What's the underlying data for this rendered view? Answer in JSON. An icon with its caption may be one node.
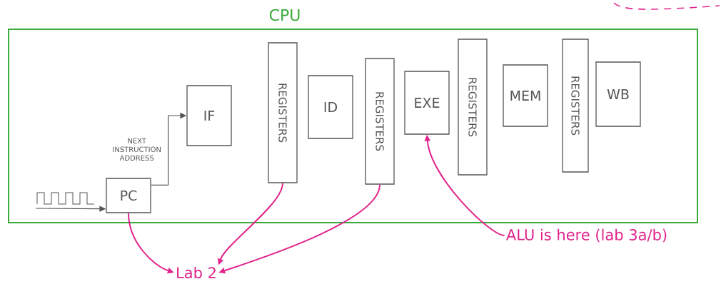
{
  "diagram": {
    "nodes": [
      {
        "text": [
          "CPU"
        ]
      },
      {
        "text": [
          "PC"
        ],
        "in": 0
      },
      {
        "text": [
          "IF"
        ],
        "in": 0
      },
      {
        "text": [
          "REGISTERS"
        ],
        "in": 0
      },
      {
        "text": [
          "ID"
        ],
        "in": 0
      },
      {
        "text": [
          "REGISTERS"
        ],
        "in": 0
      },
      {
        "text": [
          "EXE"
        ],
        "in": 0
      },
      {
        "text": [
          "REGISTERS"
        ],
        "in": 0
      },
      {
        "text": [
          "MEM"
        ],
        "in": 0
      },
      {
        "text": [
          "REGISTERS"
        ],
        "in": 0
      },
      {
        "text": [
          "WB"
        ],
        "in": 0
      },
      {
        "text": [
          "Lab 2"
        ]
      },
      {
        "text": [
          "ALU is here (lab 3a/b)"
        ]
      }
    ],
    "edges": [
      {
        "from": null,
        "to": 1,
        "arrow": "to",
        "color": "#555555"
      },
      {
        "from": 1,
        "to": 2,
        "arrow": "to",
        "label": "NEXT INSTRUCTION ADDRESS",
        "color": "#555555"
      },
      {
        "from": 1,
        "to": 11,
        "arrow": "to"
      },
      {
        "from": 3,
        "to": 11,
        "arrow": "to"
      },
      {
        "from": 5,
        "to": 11,
        "arrow": "to"
      },
      {
        "from": 12,
        "to": 6,
        "arrow": "to"
      }
    ]
  }
}
